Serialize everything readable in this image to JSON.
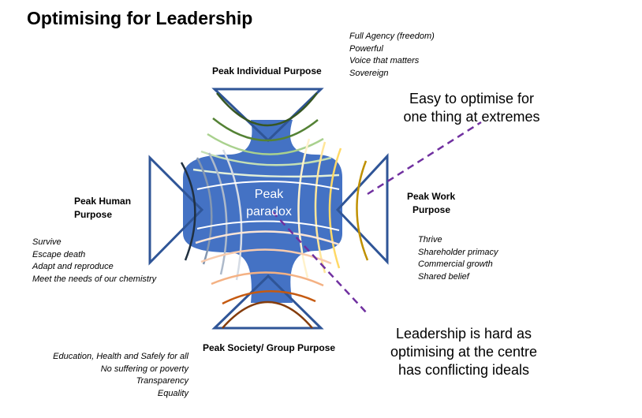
{
  "title": "Optimising for Leadership",
  "peaks": {
    "individual": {
      "label": "Peak Individual Purpose",
      "attributes": [
        "Full Agency (freedom)",
        "Powerful",
        "Voice that matters",
        "Sovereign"
      ]
    },
    "human": {
      "label_line1": "Peak Human",
      "label_line2": "Purpose",
      "attributes": [
        "Survive",
        "Escape death",
        "Adapt and reproduce",
        "Meet the needs of our chemistry"
      ]
    },
    "work": {
      "label_line1": "Peak Work",
      "label_line2": "Purpose",
      "attributes": [
        "Thrive",
        "Shareholder primacy",
        "Commercial growth",
        "Shared belief"
      ]
    },
    "society": {
      "label": "Peak Society/ Group Purpose",
      "attributes": [
        "Education, Health and Safely for all",
        "No suffering or poverty",
        "Transparency",
        "Equality"
      ]
    }
  },
  "center": {
    "line1": "Peak",
    "line2": "paradox"
  },
  "callouts": {
    "top": {
      "line1": "Easy to optimise for",
      "line2": "one thing at extremes"
    },
    "bottom": {
      "line1": "Leadership is hard as",
      "line2": "optimising at the centre",
      "line3": "has conflicting ideals"
    }
  },
  "colors": {
    "shape_fill": "#4472C4",
    "triangle_outline": "#2F5597",
    "dashed_line": "#7030A0"
  }
}
